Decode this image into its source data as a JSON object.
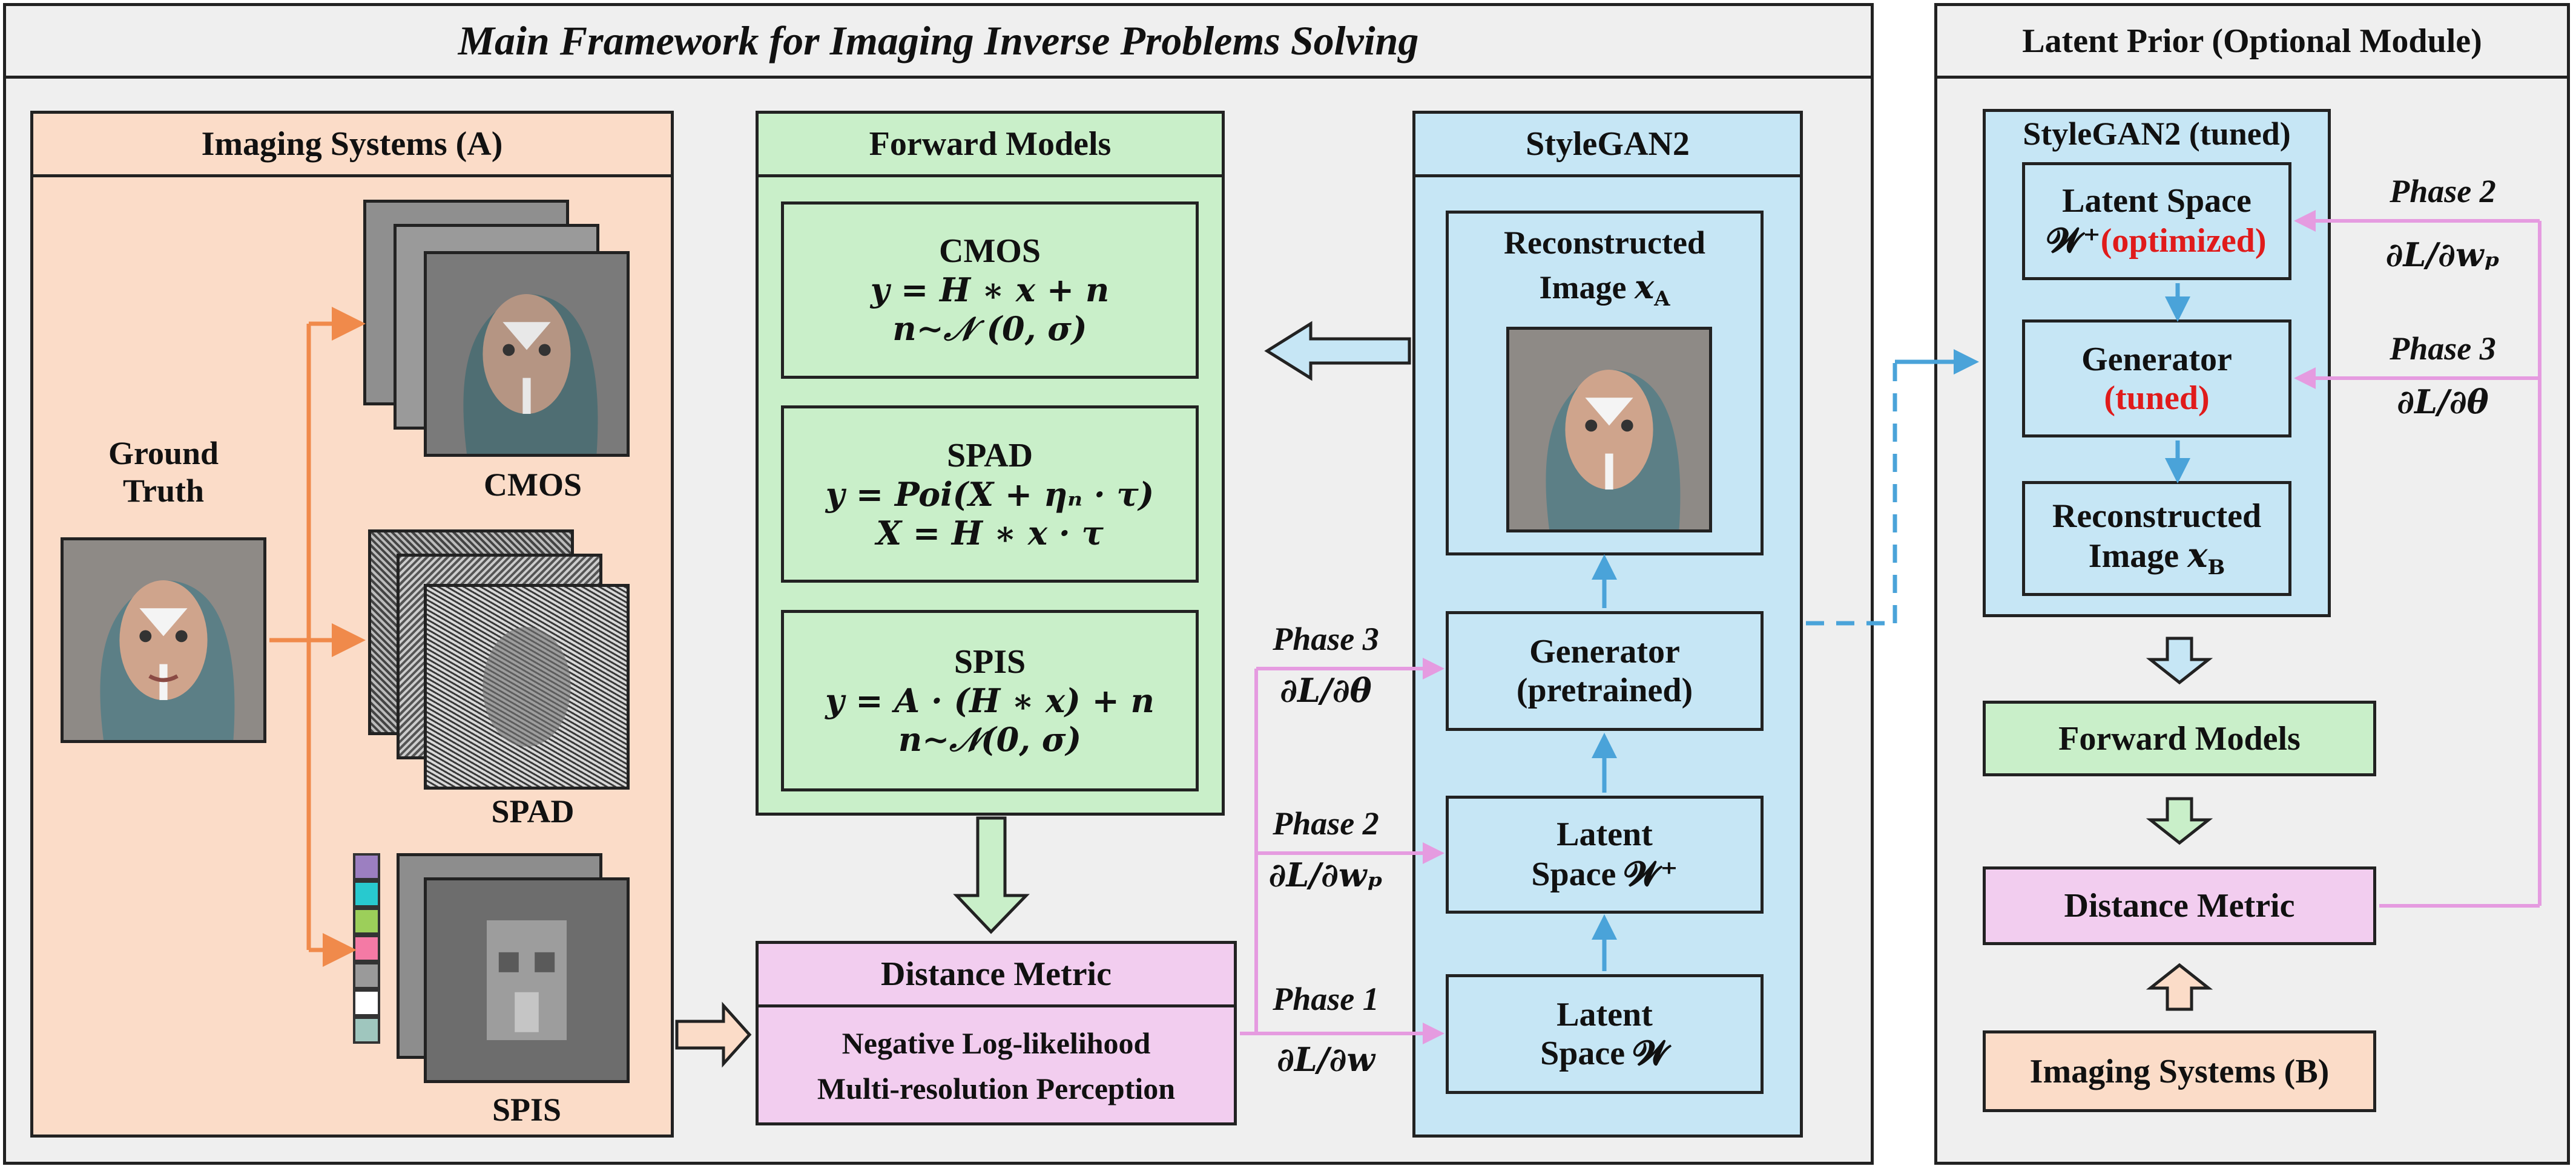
{
  "main": {
    "title": "Main Framework for Imaging Inverse Problems Solving",
    "imaging_systems": {
      "title": "Imaging Systems (A)",
      "ground_truth": "Ground\nTruth",
      "cmos": "CMOS",
      "spad": "SPAD",
      "spis": "SPIS"
    },
    "forward_models": {
      "title": "Forward Models",
      "cmos": {
        "name": "CMOS",
        "eq1": "y = H ∗ x + n",
        "eq2": "n∼𝒩 (0, σ)"
      },
      "spad": {
        "name": "SPAD",
        "eq1": "y = Poi(X + ηₙ · τ)",
        "eq2": "X = H ∗ x · τ"
      },
      "spis": {
        "name": "SPIS",
        "eq1": "y = A · (H ∗ x) + n",
        "eq2": "n∼𝒩(0, σ)"
      }
    },
    "distance_metric": {
      "title": "Distance Metric",
      "line1": "Negative Log-likelihood",
      "line2": "Multi-resolution Perception"
    },
    "stylegan2": {
      "title": "StyleGAN2",
      "reconstructed": "Reconstructed",
      "image_label": "Image",
      "image_sub": "A",
      "generator_l1": "Generator",
      "generator_l2": "(pretrained)",
      "latent_wplus_l1": "Latent",
      "latent_wplus_l2": "Space 𝓦⁺",
      "latent_w_l1": "Latent",
      "latent_w_l2": "Space 𝓦"
    },
    "phases": [
      {
        "name": "Phase 3",
        "grad": "∂L/∂θ"
      },
      {
        "name": "Phase 2",
        "grad": "∂L/∂wₚ"
      },
      {
        "name": "Phase 1",
        "grad": "∂L/∂w"
      }
    ]
  },
  "latent_prior": {
    "title": "Latent Prior (Optional Module)",
    "stylegan_tuned": "StyleGAN2 (tuned)",
    "latent_l1": "Latent Space",
    "latent_l2a": "𝓦⁺",
    "latent_l2b": "(optimized)",
    "generator_l1": "Generator",
    "generator_l2": "(tuned)",
    "recon_l1": "Reconstructed",
    "recon_l2": "Image",
    "recon_sub": "B",
    "forward_models": "Forward Models",
    "distance_metric": "Distance Metric",
    "imaging_systems": "Imaging Systems (B)",
    "phases": [
      {
        "name": "Phase 2",
        "grad": "∂L/∂wₚ"
      },
      {
        "name": "Phase 3",
        "grad": "∂L/∂θ"
      }
    ]
  },
  "colors": {
    "blue_box": "#c6e6f5",
    "green_box": "#c9efc9",
    "pink_box": "#f2cdef",
    "peach_box": "#fbdcc8",
    "orange_arrow": "#f08a4b",
    "blue_arrow": "#4aa3d9",
    "pink_line": "#e59be0",
    "red_text": "#e01b1b"
  },
  "spis_patterns": [
    "#9c7fc1",
    "#28c9cf",
    "#9ccf5a",
    "#f47aa5",
    "#9a9a9a",
    "#ffffff",
    "#9fc6be"
  ]
}
